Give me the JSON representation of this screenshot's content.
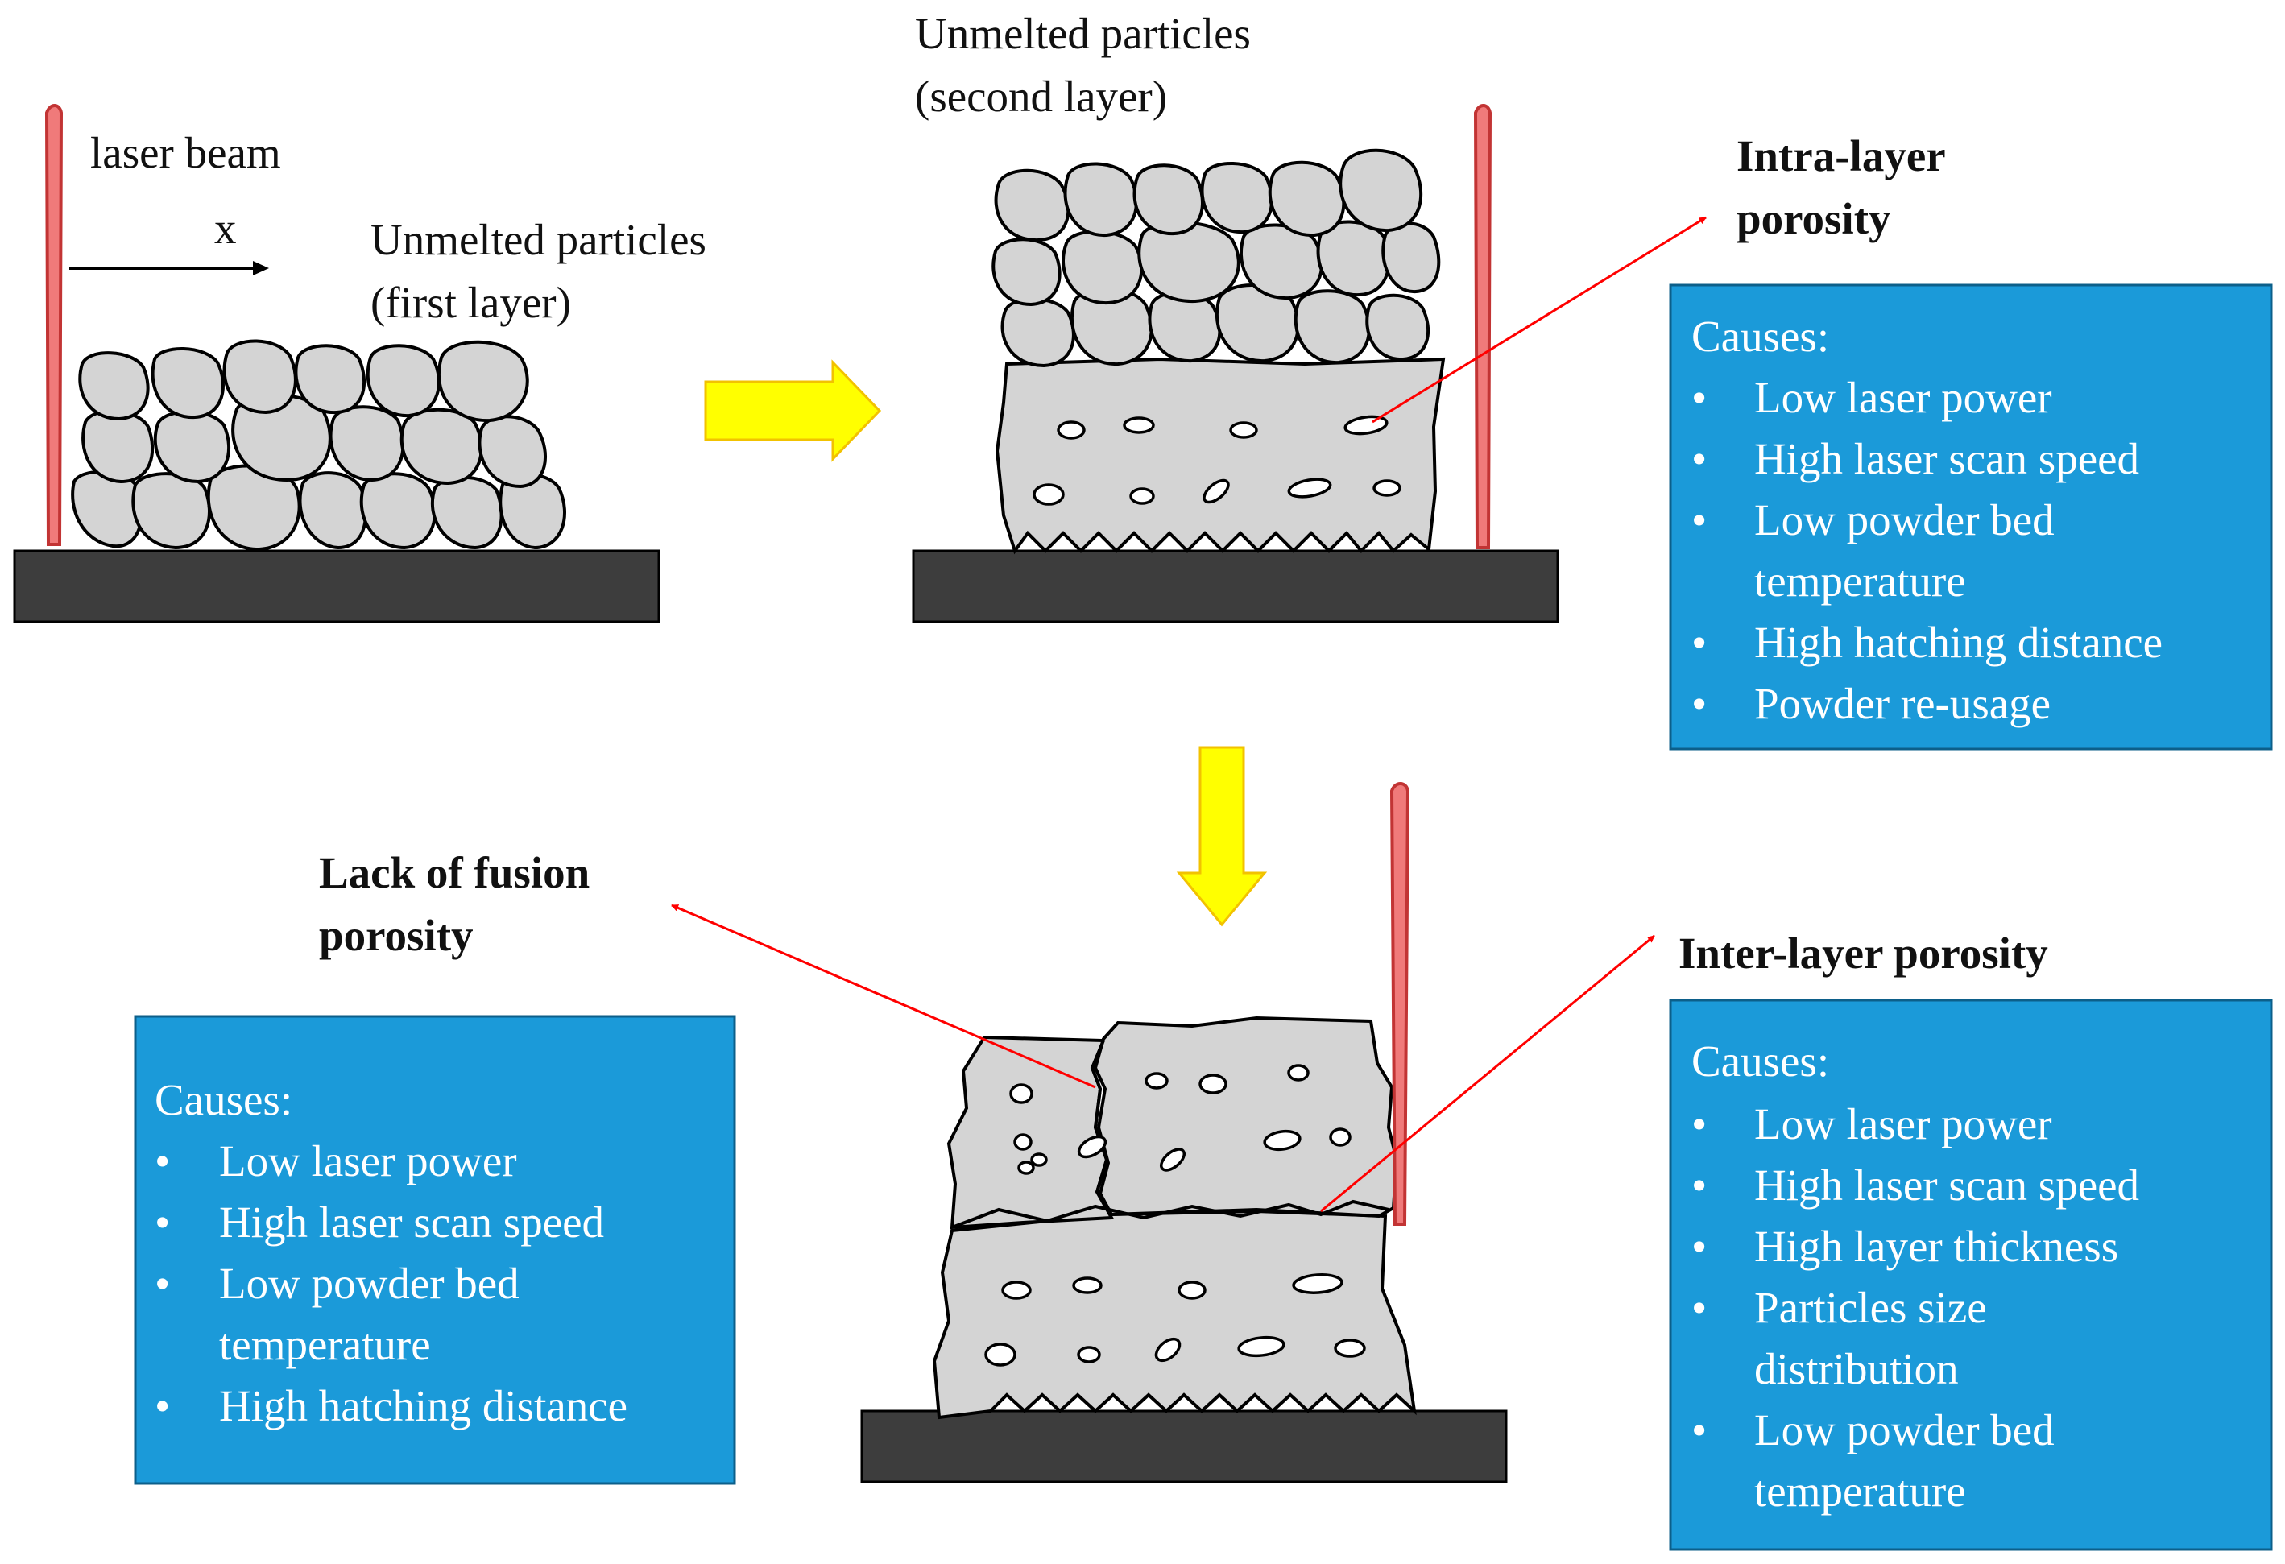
{
  "labels": {
    "laser_beam": "laser beam",
    "x_axis": "x",
    "unmelted_first_line1": "Unmelted particles",
    "unmelted_first_line2": "(first layer)",
    "unmelted_second_line1": "Unmelted particles",
    "unmelted_second_line2": "(second layer)",
    "intra_title_line1": "Intra-layer",
    "intra_title_line2": "porosity",
    "lack_title_line1": "Lack of fusion",
    "lack_title_line2": "porosity",
    "inter_title": "Inter-layer porosity"
  },
  "intra_box": {
    "heading": "Causes:",
    "lines": [
      {
        "bullet": "•",
        "text": "Low laser power"
      },
      {
        "bullet": "•",
        "text": "High laser scan speed"
      },
      {
        "bullet": "•",
        "text": "Low powder bed"
      },
      {
        "bullet": "",
        "text": "temperature"
      },
      {
        "bullet": "•",
        "text": "High hatching distance"
      },
      {
        "bullet": "•",
        "text": "Powder re-usage"
      }
    ]
  },
  "lack_box": {
    "heading": "Causes:",
    "lines": [
      {
        "bullet": "•",
        "text": "Low laser power"
      },
      {
        "bullet": "•",
        "text": "High laser scan speed"
      },
      {
        "bullet": "•",
        "text": "Low powder bed"
      },
      {
        "bullet": "",
        "text": "temperature"
      },
      {
        "bullet": "•",
        "text": "High hatching distance"
      }
    ]
  },
  "inter_box": {
    "heading": "Causes:",
    "lines": [
      {
        "bullet": "•",
        "text": "Low laser power"
      },
      {
        "bullet": "•",
        "text": "High laser scan speed"
      },
      {
        "bullet": "•",
        "text": "High layer thickness"
      },
      {
        "bullet": "•",
        "text": "Particles size"
      },
      {
        "bullet": "",
        "text": "distribution"
      },
      {
        "bullet": "•",
        "text": "Low powder bed"
      },
      {
        "bullet": "",
        "text": "temperature"
      }
    ]
  },
  "colors": {
    "box_fill": "#1b9ad9",
    "laser_beam": "#f07a7a",
    "process_arrow": "#ffff00",
    "pointer_arrow": "#ff0000",
    "build_plate": "#3d3d3d",
    "material": "#d4d4d4"
  }
}
